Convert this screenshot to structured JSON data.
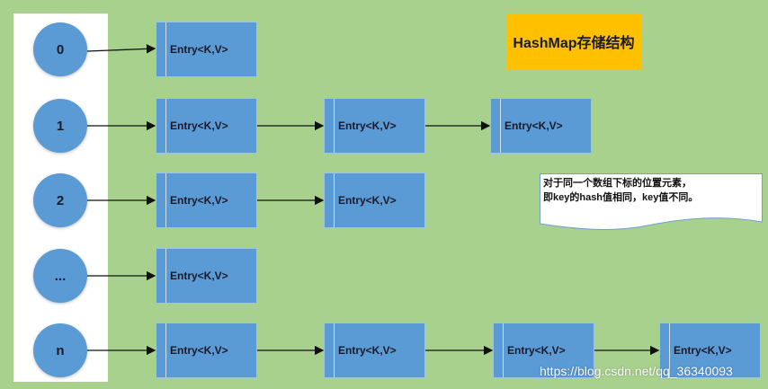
{
  "title": "HashMap存储结构",
  "note": [
    "对于同一个数组下标的位置元素，",
    "即key的hash值相同，key值不同。"
  ],
  "watermark": "https://blog.csdn.net/qq_36340093",
  "entry_label": "Entry<K,V>",
  "buckets": [
    {
      "label": "0",
      "entries": 1
    },
    {
      "label": "1",
      "entries": 3
    },
    {
      "label": "2",
      "entries": 2
    },
    {
      "label": "...",
      "entries": 1
    },
    {
      "label": "n",
      "entries": 4
    }
  ],
  "colors": {
    "background": "#a9d18e",
    "node": "#5b9bd5",
    "title": "#ffc000"
  }
}
